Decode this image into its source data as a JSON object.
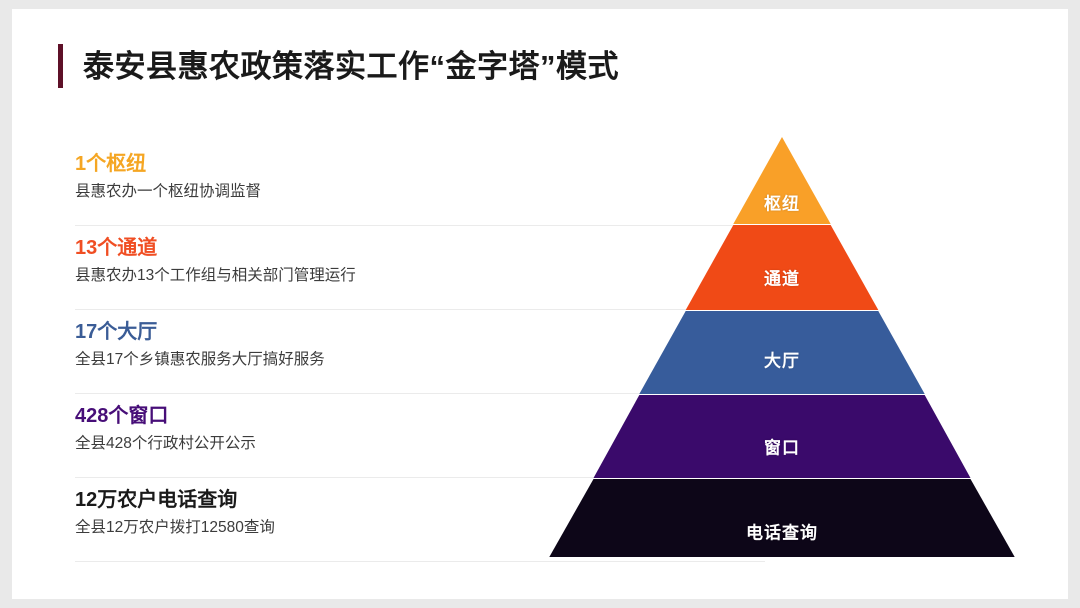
{
  "slide": {
    "title": "泰安县惠农政策落实工作“金字塔”模式",
    "accent_color": "#5E1028",
    "background": "#FFFFFF"
  },
  "levels": [
    {
      "heading": "1个枢纽",
      "description": "县惠农办一个枢纽协调监督",
      "heading_color": "#F5A623",
      "band_label": "枢纽",
      "band_color": "#F9A028",
      "count": 1,
      "unit": "个枢纽"
    },
    {
      "heading": "13个通道",
      "description": "县惠农办13个工作组与相关部门管理运行",
      "heading_color": "#F04E23",
      "band_label": "通道",
      "band_color": "#F04A16",
      "count": 13,
      "unit": "个通道"
    },
    {
      "heading": "17个大厅",
      "description": "全县17个乡镇惠农服务大厅搞好服务",
      "heading_color": "#3A5C96",
      "band_label": "大厅",
      "band_color": "#375C9B",
      "count": 17,
      "unit": "个大厅"
    },
    {
      "heading": "428个窗口",
      "description": "全县428个行政村公开公示",
      "heading_color": "#470E78",
      "band_label": "窗口",
      "band_color": "#3A0A6B",
      "count": 428,
      "unit": "个窗口"
    },
    {
      "heading": "12万农户电话查询",
      "description": "全县12万农户拨打12580查询",
      "heading_color": "#1A1A1A",
      "band_label": "电话查询",
      "band_color": "#0D0618",
      "count": 120000,
      "unit": "农户电话查询"
    }
  ],
  "chart_data": {
    "type": "pyramid",
    "title": "泰安县惠农政策落实工作“金字塔”模式",
    "levels": [
      {
        "label": "枢纽",
        "value": 1,
        "text": "1个枢纽",
        "detail": "县惠农办一个枢纽协调监督",
        "color": "#F9A028"
      },
      {
        "label": "通道",
        "value": 13,
        "text": "13个通道",
        "detail": "县惠农办13个工作组与相关部门管理运行",
        "color": "#F04A16"
      },
      {
        "label": "大厅",
        "value": 17,
        "text": "17个大厅",
        "detail": "全县17个乡镇惠农服务大厅搞好服务",
        "color": "#375C9B"
      },
      {
        "label": "窗口",
        "value": 428,
        "text": "428个窗口",
        "detail": "全县428个行政村公开公示",
        "color": "#3A0A6B"
      },
      {
        "label": "电话查询",
        "value": 120000,
        "text": "12万农户电话查询",
        "detail": "全县12万农户拨打12580查询",
        "color": "#0D0618"
      }
    ],
    "orientation": "top-to-bottom",
    "legend": "none"
  }
}
